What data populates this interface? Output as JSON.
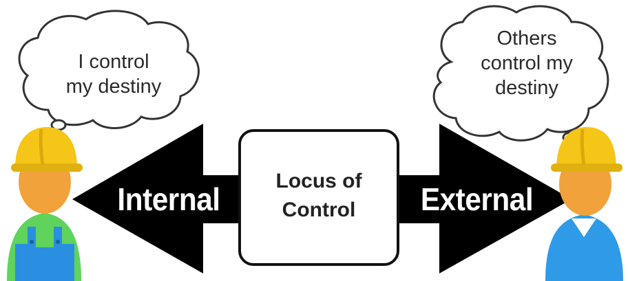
{
  "diagram": {
    "left_bubble": {
      "line1": "I control",
      "line2": "my destiny"
    },
    "right_bubble": {
      "line1": "Others",
      "line2": "control my",
      "line3": "destiny"
    },
    "center_box": {
      "line1": "Locus of",
      "line2": "Control"
    },
    "left_arrow": {
      "label": "Internal"
    },
    "right_arrow": {
      "label": "External"
    }
  },
  "colors": {
    "arrow": "#000000",
    "hardhat": "#f5c518",
    "skin": "#f2a23a",
    "left_shirt": "#5fd35b",
    "left_overalls": "#2a8fe0",
    "right_shirt": "#2f9be8",
    "bubble_fill": "#ffffff",
    "bubble_outline": "#333333"
  },
  "icons": [
    "worker-left-icon",
    "worker-right-icon"
  ]
}
